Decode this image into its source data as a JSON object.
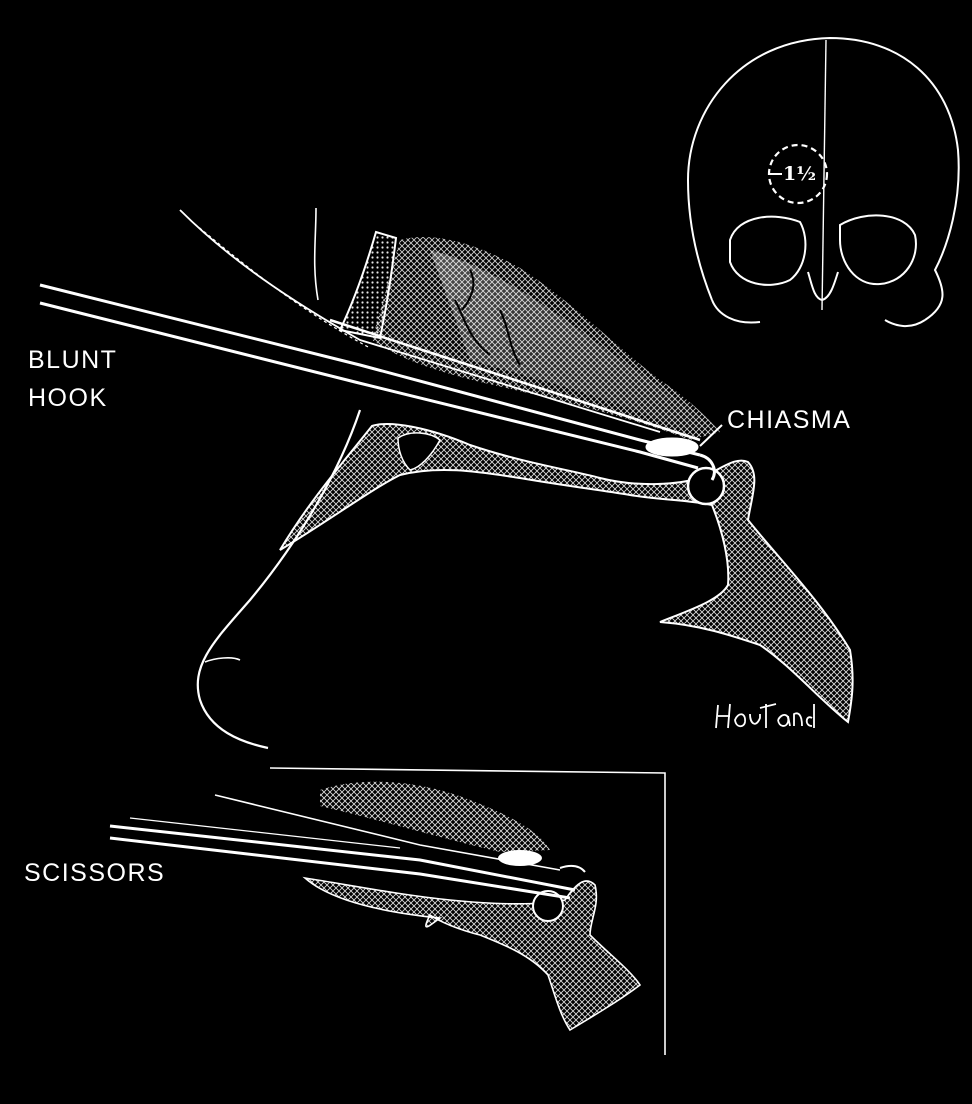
{
  "labels": {
    "blunt": "BLUNT",
    "hook": "HOOK",
    "chiasma": "CHIASMA",
    "scissors": "SCISSORS",
    "fraction": "1½"
  },
  "signature": "Houtland",
  "colors": {
    "background": "#000000",
    "line": "#ffffff"
  }
}
